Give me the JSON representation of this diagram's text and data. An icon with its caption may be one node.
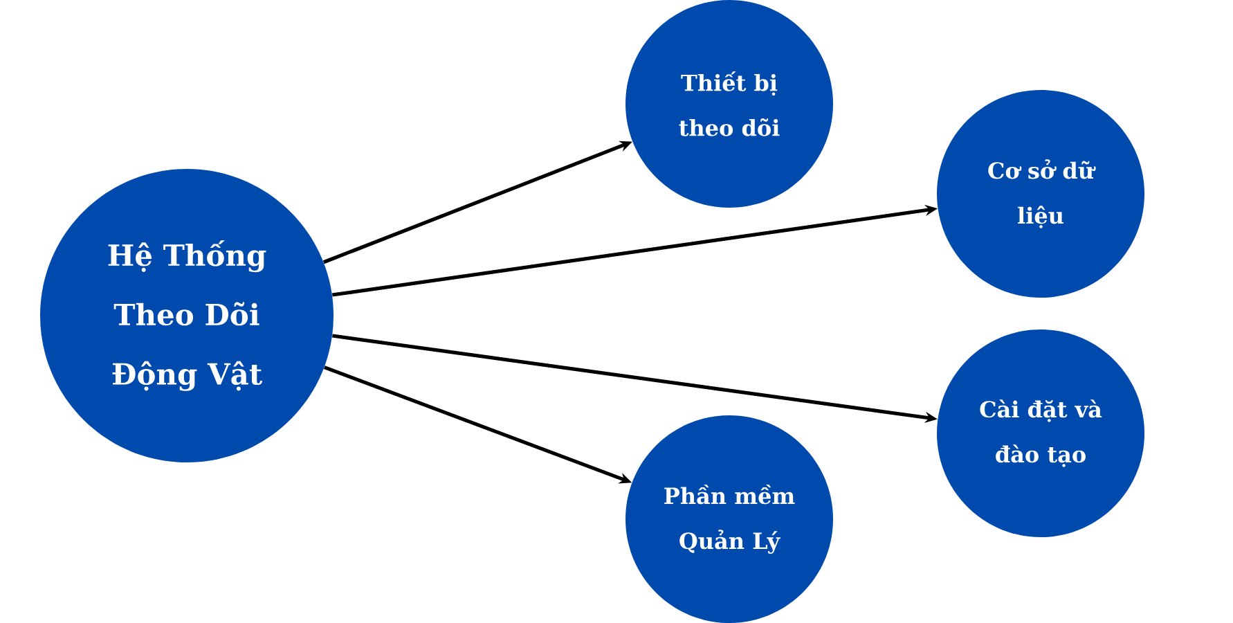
{
  "diagram": {
    "nodes": [
      {
        "text": [
          "Hệ Thống Theo Dõi Động Vật"
        ]
      },
      {
        "text": [
          "Thiết bị theo dõi"
        ]
      },
      {
        "text": [
          "Cơ sở dữ liệu"
        ]
      },
      {
        "text": [
          "Cài đặt và đào **tạo**"
        ]
      },
      {
        "text": [
          "Phần mềm Quản Lý"
        ]
      }
    ],
    "edges": [
      {
        "from": 0,
        "to": 1,
        "arrow": "to"
      },
      {
        "from": 0,
        "to": 2,
        "arrow": "to"
      },
      {
        "from": 0,
        "to": 3,
        "arrow": "to"
      },
      {
        "from": 0,
        "to": 4,
        "arrow": "to"
      }
    ]
  }
}
